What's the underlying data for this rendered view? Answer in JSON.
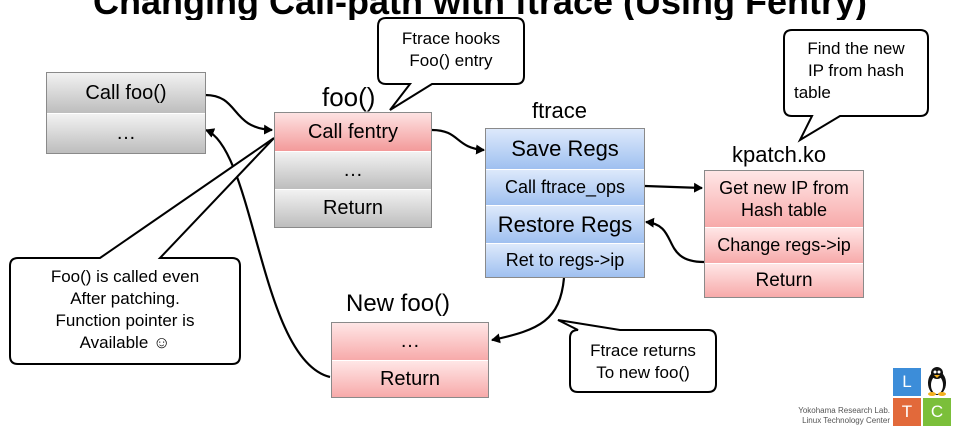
{
  "slide": {
    "title_fragment": "Changing Call-path with ftrace (Using Fentry)"
  },
  "caller": {
    "rows": [
      "Call foo()",
      "…"
    ]
  },
  "foo": {
    "title": "foo()",
    "rows": [
      "Call fentry",
      "…",
      "Return"
    ]
  },
  "ftrace": {
    "title": "ftrace",
    "rows": [
      "Save Regs",
      "Call ftrace_ops",
      "Restore Regs",
      "Ret to regs->ip"
    ]
  },
  "kpatch": {
    "title": "kpatch.ko",
    "rows": [
      "Get new IP from Hash table",
      "Change regs->ip",
      "Return"
    ]
  },
  "new_foo": {
    "title": "New foo()",
    "rows": [
      "…",
      "Return"
    ]
  },
  "callouts": {
    "hooks": [
      "Ftrace hooks",
      "Foo() entry"
    ],
    "hash": [
      "Find the new",
      "IP from hash",
      "table"
    ],
    "called": [
      "Foo() is called even",
      "After patching.",
      "Function pointer is",
      "Available ☺"
    ],
    "returns": [
      "Ftrace returns",
      "To new foo()"
    ]
  },
  "logo": {
    "letters": [
      "L",
      "T",
      "C"
    ],
    "line1": "Yokohama Research Lab.",
    "line2": "Linux Technology Center",
    "colors": {
      "L": "#3c8dd9",
      "T": "#e2693a",
      "C": "#7bbf3a"
    }
  }
}
